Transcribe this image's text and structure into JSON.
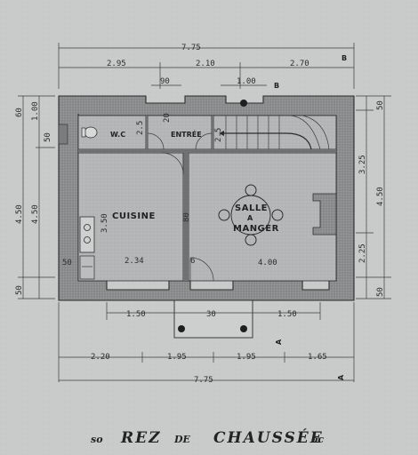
{
  "plan": {
    "title_main": "REZ",
    "title_de": "DE",
    "title_second": "CHAUSSÉE",
    "title_prefix": "so",
    "title_suffix": "oc",
    "overall_width_top": "7.75",
    "overall_width_bottom": "7.75",
    "dims_top": [
      "2.95",
      "2.10",
      "2.70"
    ],
    "dims_top_inner": [
      "90",
      "1.00"
    ],
    "dims_bottom_outer": [
      "2.20",
      "1.95",
      "1.95",
      "1.65"
    ],
    "dims_bottom_inner": [
      "1.50",
      "30",
      "1.50"
    ],
    "dims_left": [
      "60",
      "1.00",
      "50",
      "4.50",
      "4.50",
      "50"
    ],
    "dims_right": [
      "50",
      "3.25",
      "4.50",
      "2.25",
      "50"
    ],
    "dims_interior": [
      "3.50",
      "2.34",
      "4.00",
      "50",
      "80",
      "6",
      "2.5",
      "2.5",
      "20"
    ],
    "rooms": {
      "wc": "W.C",
      "entree": "ENTRÉE",
      "cuisine": "CUISINE",
      "salle_1": "SALLE",
      "salle_2": "A",
      "salle_3": "MANGER"
    },
    "markers": [
      "A",
      "A",
      "B",
      "B"
    ]
  }
}
